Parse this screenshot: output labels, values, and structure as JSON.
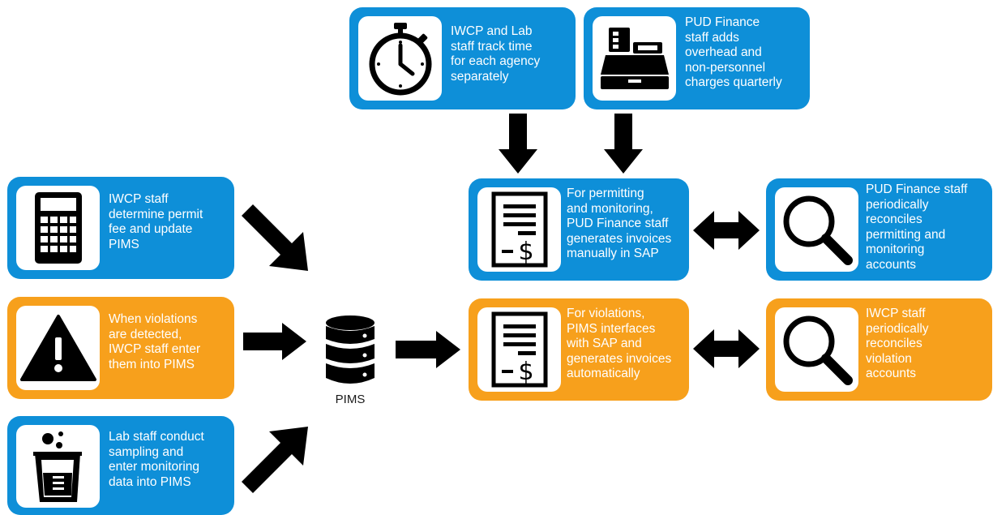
{
  "colors": {
    "blue": "#0e8fd8",
    "orange": "#f7a01c",
    "arrow": "#000000"
  },
  "boxes": {
    "time_tracking": {
      "lines": [
        "IWCP and Lab",
        "staff track time",
        "for each agency",
        "separately"
      ],
      "icon": "stopwatch-icon"
    },
    "overhead": {
      "lines": [
        "PUD Finance",
        "staff adds",
        "overhead and",
        "non-personnel",
        "charges quarterly"
      ],
      "icon": "cash-register-icon"
    },
    "permit_fee": {
      "lines": [
        "IWCP staff",
        "determine permit",
        "fee and update",
        "PIMS"
      ],
      "icon": "calculator-icon"
    },
    "violations_entry": {
      "lines": [
        "When violations",
        "are detected,",
        "IWCP staff enter",
        "them into PIMS"
      ],
      "icon": "warning-icon"
    },
    "lab_sampling": {
      "lines": [
        "Lab staff conduct",
        "sampling and",
        "enter monitoring",
        "data into PIMS"
      ],
      "icon": "beaker-icon"
    },
    "manual_invoices": {
      "lines": [
        "For permitting",
        "and monitoring,",
        "PUD Finance staff",
        "generates invoices",
        "manually in SAP"
      ],
      "icon": "invoice-icon"
    },
    "auto_invoices": {
      "lines": [
        "For violations,",
        "PIMS interfaces",
        "with SAP and",
        "generates invoices",
        "automatically"
      ],
      "icon": "invoice-icon"
    },
    "reconcile_permitting": {
      "lines": [
        "PUD Finance staff",
        "periodically",
        "reconciles",
        "permitting and",
        "monitoring",
        "accounts"
      ],
      "icon": "magnifier-icon"
    },
    "reconcile_violations": {
      "lines": [
        "IWCP staff",
        "periodically",
        "reconciles",
        "violation",
        "accounts"
      ],
      "icon": "magnifier-icon"
    }
  },
  "pims": {
    "label": "PIMS",
    "icon": "database-icon"
  }
}
